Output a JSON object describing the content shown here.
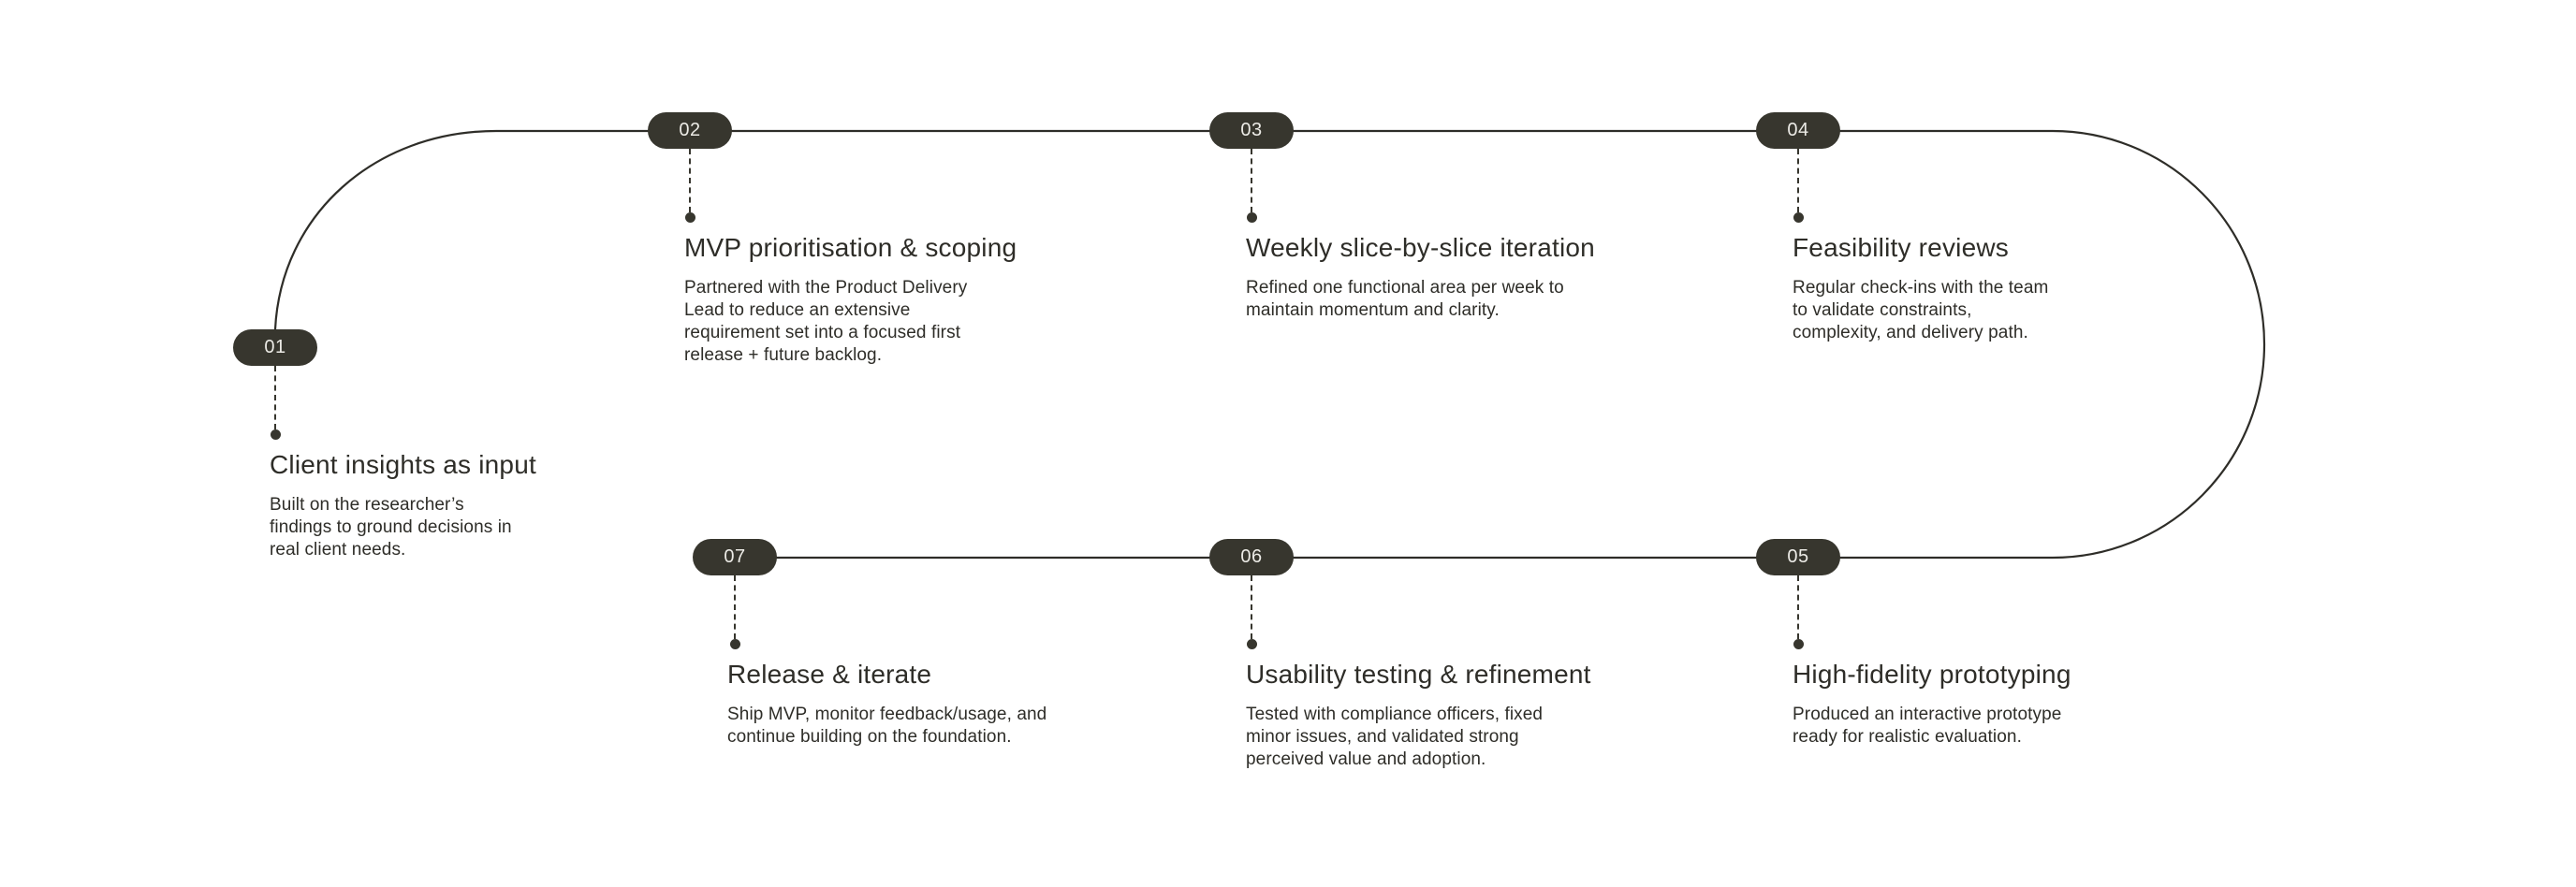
{
  "diagram": {
    "type": "process-timeline",
    "colors": {
      "line": "#2e2d28",
      "pill_bg": "#37362e",
      "pill_text": "#ecebe6",
      "text": "#2e2d28",
      "background": "#ffffff"
    },
    "steps": [
      {
        "number": "01",
        "title": "Client insights as input",
        "body_lines": [
          "Built on the researcher’s",
          "findings to ground decisions in",
          "real client needs."
        ]
      },
      {
        "number": "02",
        "title": "MVP prioritisation & scoping",
        "body_lines": [
          "Partnered with the Product Delivery",
          "Lead to reduce an extensive",
          "requirement set into a focused first",
          "release + future backlog."
        ]
      },
      {
        "number": "03",
        "title": "Weekly slice-by-slice iteration",
        "body_lines": [
          "Refined one functional area per week to",
          "maintain momentum and clarity."
        ]
      },
      {
        "number": "04",
        "title": "Feasibility reviews",
        "body_lines": [
          "Regular check-ins with the team",
          "to validate constraints,",
          "complexity, and delivery path."
        ]
      },
      {
        "number": "05",
        "title": "High-fidelity prototyping",
        "body_lines": [
          "Produced an interactive prototype",
          "ready for realistic evaluation."
        ]
      },
      {
        "number": "06",
        "title": "Usability testing & refinement",
        "body_lines": [
          "Tested with compliance officers, fixed",
          "minor issues, and validated strong",
          "perceived value and adoption."
        ]
      },
      {
        "number": "07",
        "title": "Release & iterate",
        "body_lines": [
          "Ship MVP, monitor feedback/usage, and",
          "continue building on the foundation."
        ]
      }
    ]
  }
}
